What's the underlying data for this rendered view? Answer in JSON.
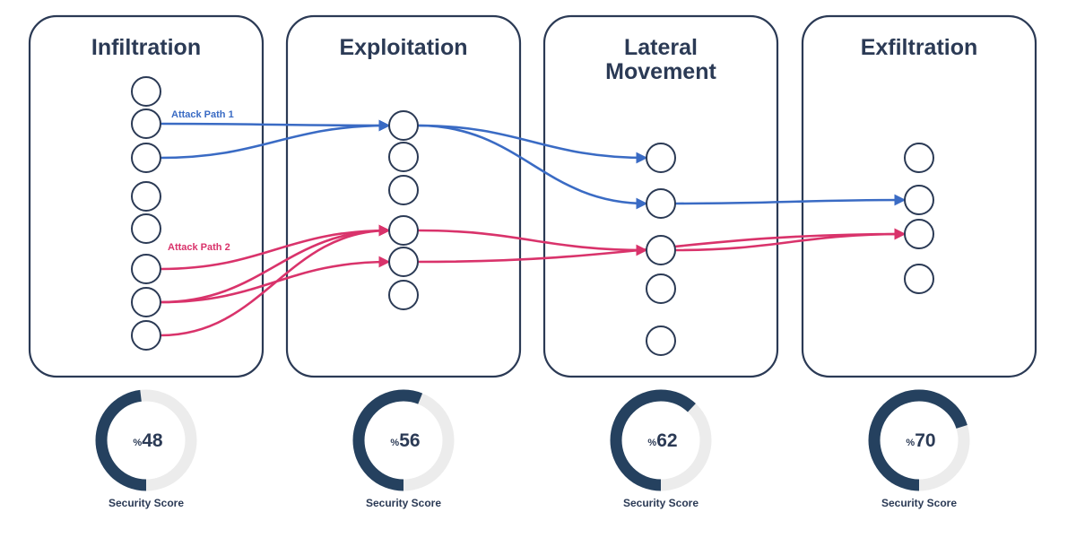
{
  "colors": {
    "stroke": "#2b3a55",
    "attack_path_1": "#3a6bc4",
    "attack_path_2": "#d9336b",
    "gauge_fill": "#25415f",
    "gauge_track": "#ececec"
  },
  "stages": [
    {
      "id": "infiltration",
      "title_lines": [
        "Infiltration"
      ],
      "node_count": 8,
      "score_prefix": "%",
      "score": 48,
      "score_label": "Security Score"
    },
    {
      "id": "exploitation",
      "title_lines": [
        "Exploitation"
      ],
      "node_count": 6,
      "score_prefix": "%",
      "score": 56,
      "score_label": "Security Score"
    },
    {
      "id": "lateral-movement",
      "title_lines": [
        "Lateral",
        "Movement"
      ],
      "node_count": 5,
      "score_prefix": "%",
      "score": 62,
      "score_label": "Security Score"
    },
    {
      "id": "exfiltration",
      "title_lines": [
        "Exfiltration"
      ],
      "node_count": 4,
      "score_prefix": "%",
      "score": 70,
      "score_label": "Security Score"
    }
  ],
  "attack_paths": [
    {
      "name": "Attack Path 1",
      "color": "#3a6bc4",
      "connections": [
        {
          "from": [
            0,
            1
          ],
          "to": [
            1,
            0
          ]
        },
        {
          "from": [
            0,
            2
          ],
          "to": [
            1,
            0
          ]
        },
        {
          "from": [
            1,
            0
          ],
          "to": [
            2,
            0
          ]
        },
        {
          "from": [
            1,
            0
          ],
          "to": [
            2,
            1
          ]
        },
        {
          "from": [
            2,
            1
          ],
          "to": [
            3,
            1
          ]
        }
      ]
    },
    {
      "name": "Attack Path 2",
      "color": "#d9336b",
      "connections": [
        {
          "from": [
            0,
            5
          ],
          "to": [
            1,
            3
          ]
        },
        {
          "from": [
            0,
            6
          ],
          "to": [
            1,
            3
          ]
        },
        {
          "from": [
            0,
            6
          ],
          "to": [
            1,
            4
          ]
        },
        {
          "from": [
            0,
            7
          ],
          "to": [
            1,
            3
          ]
        },
        {
          "from": [
            1,
            3
          ],
          "to": [
            2,
            2
          ]
        },
        {
          "from": [
            1,
            4
          ],
          "to": [
            3,
            2
          ]
        },
        {
          "from": [
            2,
            2
          ],
          "to": [
            3,
            2
          ]
        }
      ]
    }
  ]
}
